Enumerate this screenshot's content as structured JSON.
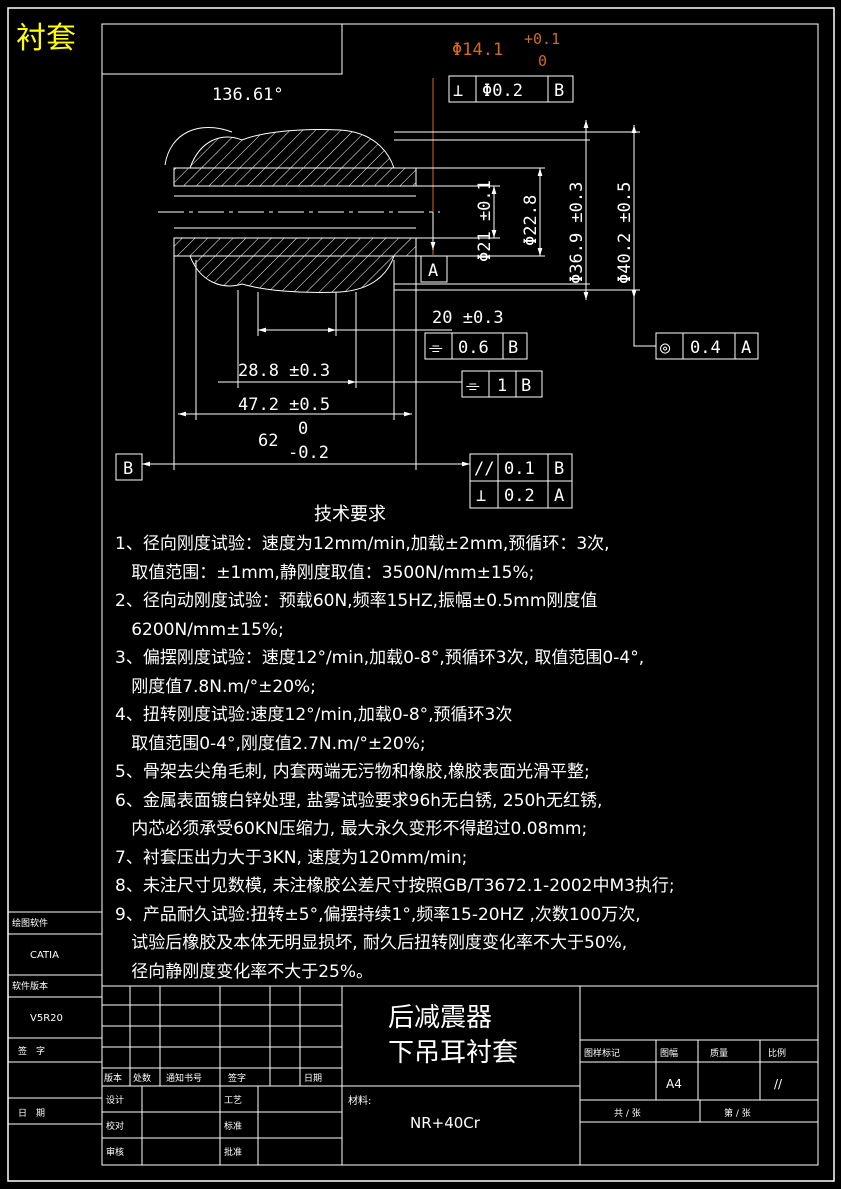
{
  "header": {
    "tag": "衬套",
    "tag_color": "#ffff00"
  },
  "colors": {
    "line": "#ffffff",
    "accent": "#d2691e",
    "background": "#000000"
  },
  "dims": {
    "angle": "136.61°",
    "phi_hole": "Φ14.1",
    "phi_hole_tol_up": "+0.1",
    "phi_hole_tol_low": "0",
    "perp_top": {
      "sym": "⊥",
      "val": "Φ0.2",
      "ref": "B"
    },
    "d21": "Φ21 ±0.1",
    "d228": "Φ22.8",
    "d369": "Φ36.9 ±0.3",
    "d402": "Φ40.2 ±0.5",
    "datum_a": "A",
    "conc": {
      "sym": "◎",
      "val": "0.4",
      "ref": "A"
    },
    "l20": "20 ±0.3",
    "sym06": {
      "sym": "⌯",
      "val": "0.6",
      "ref": "B"
    },
    "l288": "28.8 ±0.3",
    "sym1": {
      "sym": "⌯",
      "val": "1",
      "ref": "B"
    },
    "l472": "47.2 ±0.5",
    "l62": "62",
    "l62_up": "0",
    "l62_low": "-0.2",
    "datum_b": "B",
    "par": {
      "sym": "//",
      "val": "0.1",
      "ref": "B"
    },
    "perp2": {
      "sym": "⊥",
      "val": "0.2",
      "ref": "A"
    }
  },
  "requirements": {
    "title": "技术要求",
    "lines": [
      "1、径向刚度试验：速度为12mm/min,加载±2mm,预循环：3次,",
      "   取值范围：±1mm,静刚度取值：3500N/mm±15%;",
      "2、径向动刚度试验：预载60N,频率15HZ,振幅±0.5mm刚度值",
      "   6200N/mm±15%;",
      "3、偏摆刚度试验：速度12°/min,加载0-8°,预循环3次, 取值范围0-4°,",
      "   刚度值7.8N.m/°±20%;",
      "4、扭转刚度试验:速度12°/min,加载0-8°,预循环3次",
      "   取值范围0-4°,刚度值2.7N.m/°±20%;",
      "5、骨架去尖角毛刺, 内套两端无污物和橡胶,橡胶表面光滑平整;",
      "6、金属表面镀白锌处理, 盐雾试验要求96h无白锈, 250h无红锈,",
      "   内芯必须承受60KN压缩力, 最大永久变形不得超过0.08mm;",
      "7、衬套压出力大于3KN, 速度为120mm/min;",
      "8、未注尺寸见数模, 未注橡胶公差尺寸按照GB/T3672.1-2002中M3执行;",
      "9、产品耐久试验:扭转±5°,偏摆持续1°,频率15-20HZ ,次数100万次,",
      "   试验后橡胶及本体无明显损坏, 耐久后扭转刚度变化率不大于50%,",
      "   径向静刚度变化率不大于25%。"
    ]
  },
  "side": {
    "software_label": "绘图软件",
    "software": "CATIA",
    "version_label": "软件版本",
    "version": "V5R20",
    "sign_label": "签　字",
    "date_label": "日　期"
  },
  "titleblock": {
    "name_line1": "后减震器",
    "name_line2": "下吊耳衬套",
    "material_label": "材料:",
    "material": "NR+40Cr",
    "rev_cols": [
      "版本",
      "处数",
      "通知书号",
      "签字",
      "日期"
    ],
    "rows": [
      "设计",
      "工艺",
      "校对",
      "标准",
      "审核",
      "批准"
    ],
    "drawing_mark": "图样标记",
    "size_label": "图幅",
    "mass_label": "质量",
    "scale_label": "比例",
    "size": "A4",
    "scale_mark": "//",
    "sheets_total": "共 / 张",
    "sheet_no": "第 / 张"
  }
}
